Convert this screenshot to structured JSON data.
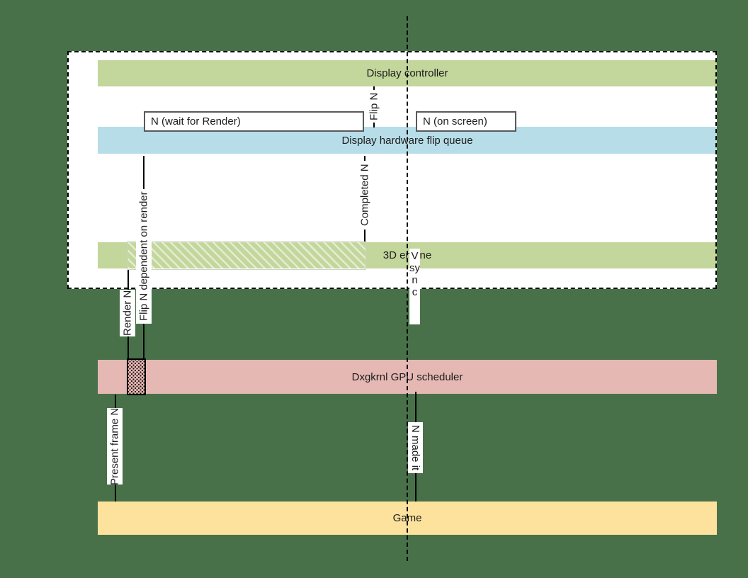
{
  "colors": {
    "background": "#487149",
    "lane_green": "#c3d69b",
    "lane_blue": "#b7dde8",
    "lane_pink": "#e5b8b4",
    "lane_yellow": "#fce29c",
    "line": "#000000",
    "box_border": "#595959"
  },
  "lanes": [
    {
      "label": "Display controller",
      "color": "#c3d69b"
    },
    {
      "label": "Display hardware flip queue",
      "color": "#b7dde8"
    },
    {
      "label": "3D engine",
      "color": "#c3d69b"
    },
    {
      "label": "Dxgkrnl GPU scheduler",
      "color": "#e5b8b4"
    },
    {
      "label": "Game",
      "color": "#fce29c"
    }
  ],
  "frame_boxes": {
    "wait": "N (wait for Render)",
    "on_screen": "N (on screen)"
  },
  "events": {
    "flip_n": "Flip N",
    "completed_n": "Completed N",
    "flip_dependent": "Flip N dependent on render",
    "render_n": "Render N",
    "present_frame": "Present frame N",
    "n_made_it": "N made it",
    "vsync": "Vsync"
  }
}
